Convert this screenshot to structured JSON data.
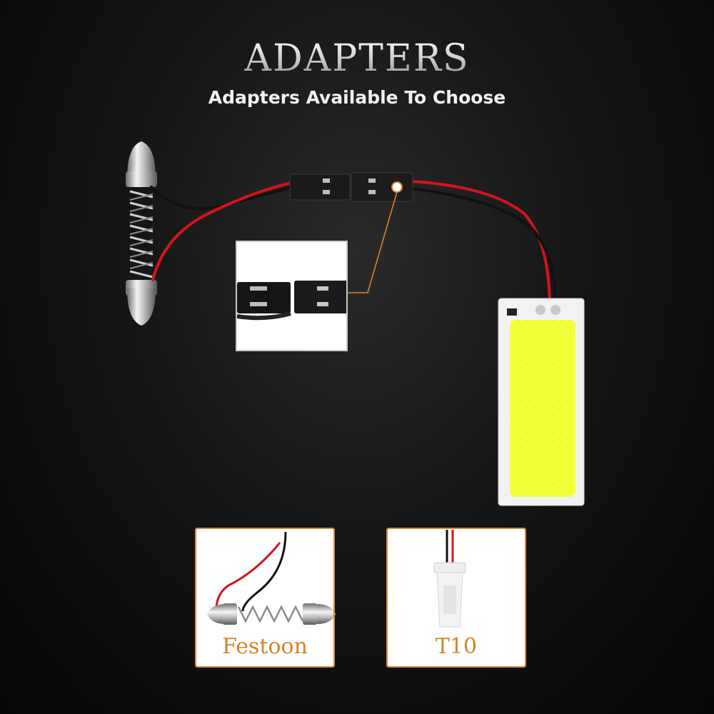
{
  "header": {
    "title": "ADAPTERS",
    "subtitle": "Adapters Available To Choose"
  },
  "options": [
    {
      "label": "Festoon"
    },
    {
      "label": "T10"
    }
  ],
  "colors": {
    "accent": "#d9822b",
    "wire_red": "#d3141c",
    "wire_black": "#111111",
    "led_panel": "#f6ff3a"
  }
}
